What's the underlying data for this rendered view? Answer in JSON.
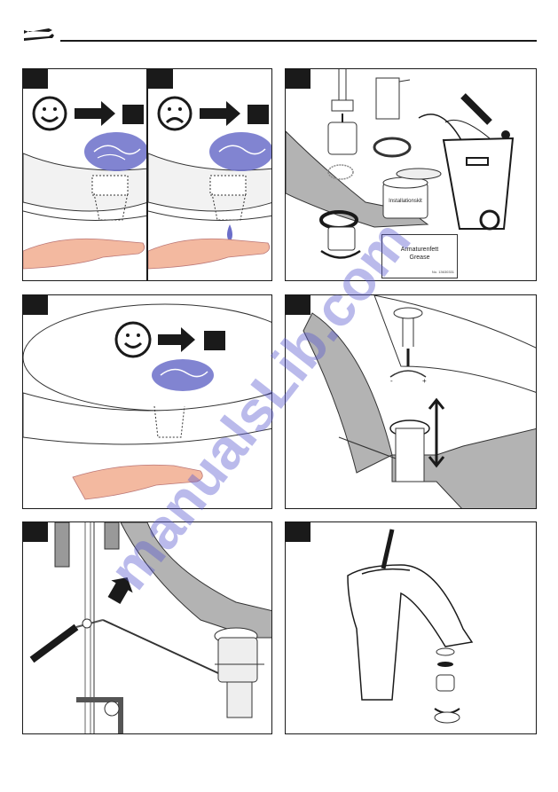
{
  "panels": {
    "grease": {
      "jar_label": "Installationskit",
      "box_line1": "Armaturenfett",
      "box_line2": "Grease",
      "part_number": "No. 13630331"
    },
    "adjust": {
      "minus": "-",
      "plus": "+"
    }
  },
  "watermark": "manualsLib.com",
  "colors": {
    "water": "#6b6ec9",
    "skin": "#f3b9a0",
    "ink": "#1a1a1a",
    "grey": "#b3b3b3"
  }
}
